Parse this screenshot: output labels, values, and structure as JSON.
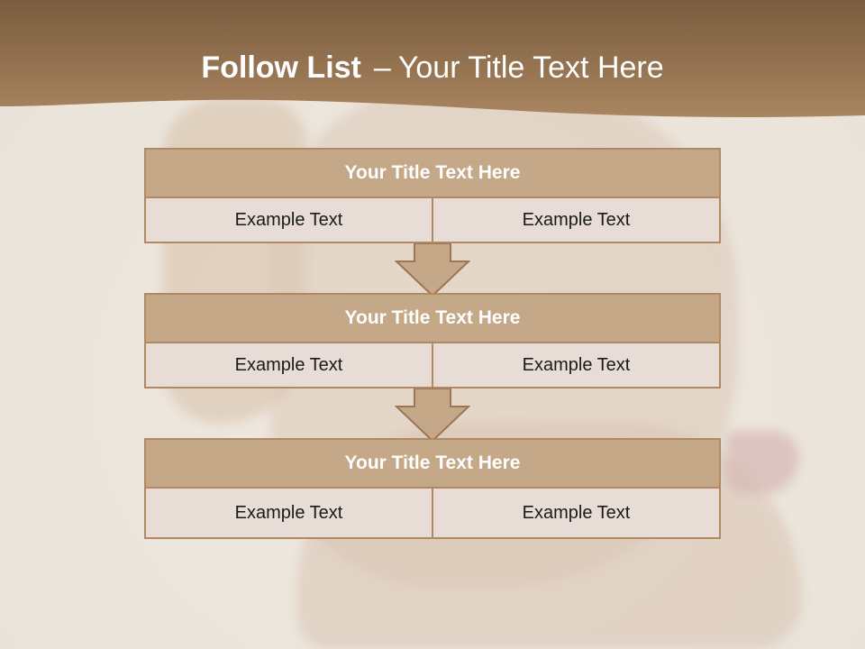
{
  "colors": {
    "header_band": "#8c6a48",
    "box_title_fill": "#c4a888",
    "box_border": "#b08862",
    "cell_fill": "#e8dcd6",
    "arrow_fill": "#c4a888"
  },
  "header": {
    "title_bold": "Follow List",
    "separator": "–",
    "title_rest": "Your Title Text Here"
  },
  "blocks": [
    {
      "title": "Your Title Text Here",
      "cells": [
        "Example Text",
        "Example Text"
      ]
    },
    {
      "title": "Your Title Text Here",
      "cells": [
        "Example Text",
        "Example Text"
      ]
    },
    {
      "title": "Your Title Text Here",
      "cells": [
        "Example Text",
        "Example Text"
      ]
    }
  ],
  "arrows": [
    "down-arrow",
    "down-arrow"
  ]
}
